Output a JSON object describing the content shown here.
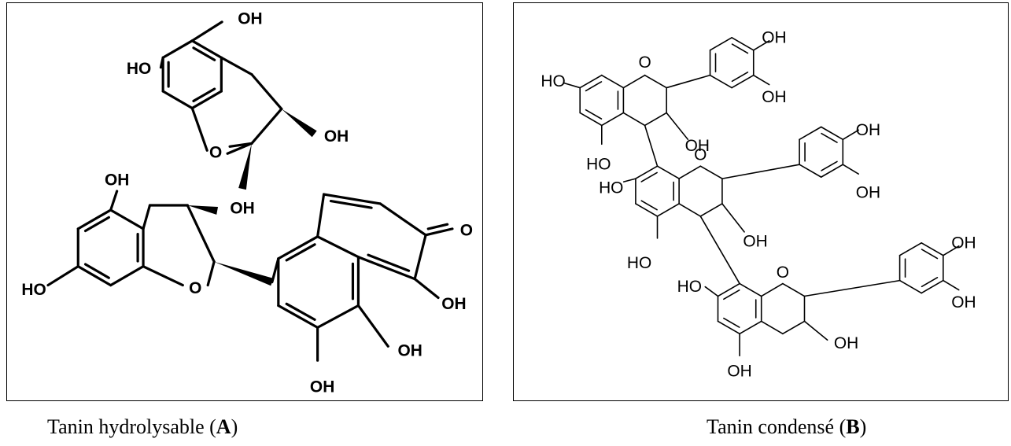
{
  "structures": {
    "a": {
      "caption": "Tanin hydrolysable (",
      "letter": "A",
      "caption_end": ")",
      "atom_labels": {
        "oh_top": "OH",
        "ho_upper_left": "HO",
        "oh_upper_c3": "OH",
        "o_upper_ring": "O",
        "oh_left_c5": "OH",
        "oh_left_c3": "OH",
        "ho_left_c7": "HO",
        "o_left_ring": "O",
        "o_ketone": "O",
        "oh_trop": "OH",
        "oh_benz_1": "OH",
        "oh_benz_2": "OH"
      }
    },
    "b": {
      "caption": "Tanin condensé (",
      "letter": "B",
      "caption_end": ")",
      "atom_labels": {
        "u1_c7_ho": "HO",
        "u1_ring_o": "O",
        "u1_c3_oh": "OH",
        "u1_c5_ho": "HO",
        "u1_catechol_oh_top": "OH",
        "u1_catechol_oh_bottom": "OH",
        "u2_c7_ho": "HO",
        "u2_ring_o": "O",
        "u2_c3_oh": "OH",
        "u2_c5_ho": "HO",
        "u2_catechol_oh_top": "OH",
        "u2_catechol_oh_bottom": "OH",
        "u3_c7_ho": "HO",
        "u3_ring_o": "O",
        "u3_c3_oh": "OH",
        "u3_c5_oh": "OH",
        "u3_catechol_oh_top": "OH",
        "u3_catechol_oh_bottom": "OH"
      }
    }
  }
}
